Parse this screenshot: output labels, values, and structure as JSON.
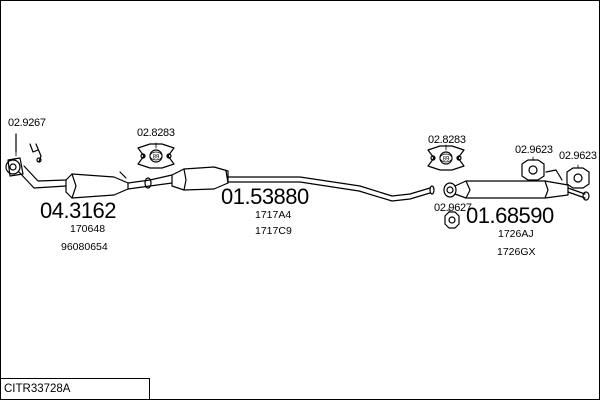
{
  "diagram_code": "CITR33728A",
  "sections": [
    {
      "main_number": "04.3162",
      "subcodes": [
        "170648",
        "96080654"
      ]
    },
    {
      "main_number": "01.53880",
      "subcodes": [
        "1717A4",
        "1717C9"
      ]
    },
    {
      "main_number": "01.68590",
      "subcodes": [
        "1726AJ",
        "1726GX"
      ]
    }
  ],
  "part_refs": {
    "front_clamp": "02.9267",
    "mount_left": "02.8283",
    "mount_right": "02.8283",
    "rear_clamp": "02.9627",
    "hanger_1": "02.9623",
    "hanger_2": "02.9623"
  },
  "mount_badges": {
    "left": "89",
    "right": "89"
  },
  "colors": {
    "line": "#000000",
    "background": "#ffffff"
  }
}
